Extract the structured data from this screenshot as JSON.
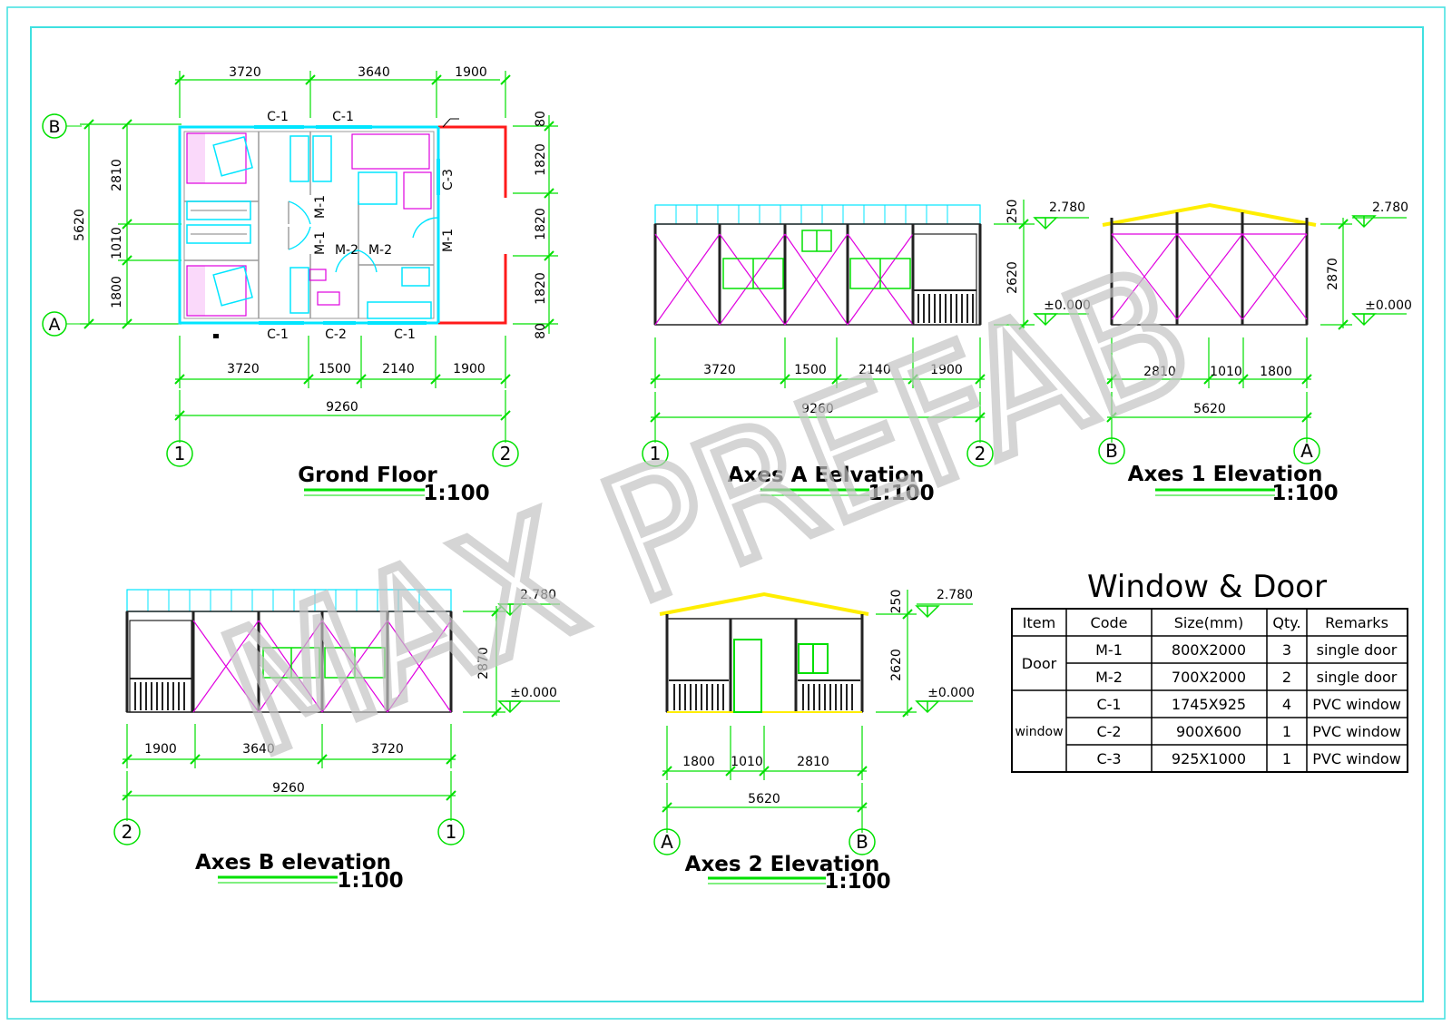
{
  "watermark": "MAX PREFAB",
  "ground_floor": {
    "title": "Grond Floor",
    "scale": "1:100",
    "top_dims": [
      "3720",
      "3640",
      "1900"
    ],
    "bottom_dims": [
      "3720",
      "1500",
      "2140",
      "1900"
    ],
    "total": "9260",
    "left_dims": [
      "2810",
      "1010",
      "1800"
    ],
    "left_total": "5620",
    "right_dims": [
      "80",
      "1820",
      "1820",
      "1820",
      "80"
    ],
    "axis_top": "B",
    "axis_bottom": "A",
    "axis_left": "1",
    "axis_right": "2",
    "labels": {
      "c1": "C-1",
      "c2": "C-2",
      "c3": "C-3",
      "m1": "M-1",
      "m2": "M-2"
    }
  },
  "axes_a": {
    "title": "Axes A Eelvation",
    "scale": "1:100",
    "dims": [
      "3720",
      "1500",
      "2140",
      "1900"
    ],
    "total": "9260",
    "axis_left": "1",
    "axis_right": "2",
    "elev_dims": [
      "250",
      "2620"
    ],
    "level_top": "2.780",
    "level_base": "±0.000"
  },
  "axes_1": {
    "title": "Axes 1 Elevation",
    "scale": "1:100",
    "dims": [
      "2810",
      "1010",
      "1800"
    ],
    "total": "5620",
    "axis_left": "B",
    "axis_right": "A",
    "elev_dim": "2870",
    "level_top": "2.780",
    "level_base": "±0.000"
  },
  "axes_b": {
    "title": "Axes B elevation",
    "scale": "1:100",
    "dims": [
      "1900",
      "3640",
      "3720"
    ],
    "total": "9260",
    "axis_left": "2",
    "axis_right": "1",
    "elev_dim": "2870",
    "level_top": "2.780",
    "level_base": "±0.000"
  },
  "axes_2": {
    "title": "Axes 2 Elevation",
    "scale": "1:100",
    "dims": [
      "1800",
      "1010",
      "2810"
    ],
    "total": "5620",
    "axis_left": "A",
    "axis_right": "B",
    "elev_dims": [
      "250",
      "2620"
    ],
    "level_top": "2.780",
    "level_base": "±0.000"
  },
  "schedule": {
    "title": "Window & Door",
    "headers": [
      "Item",
      "Code",
      "Size(mm)",
      "Qty.",
      "Remarks"
    ],
    "groups": [
      "Door",
      "window"
    ],
    "rows": [
      {
        "code": "M-1",
        "size": "800X2000",
        "qty": "3",
        "remarks": "single door"
      },
      {
        "code": "M-2",
        "size": "700X2000",
        "qty": "2",
        "remarks": "single door"
      },
      {
        "code": "C-1",
        "size": "1745X925",
        "qty": "4",
        "remarks": "PVC window"
      },
      {
        "code": "C-2",
        "size": "900X600",
        "qty": "1",
        "remarks": "PVC window"
      },
      {
        "code": "C-3",
        "size": "925X1000",
        "qty": "1",
        "remarks": "PVC window"
      }
    ]
  },
  "colors": {
    "frame": "#3fe0e0",
    "dimension": "#00ee00",
    "wall": "#00e5ff",
    "bracing": "#e000e0",
    "roof": "#ffee00",
    "door": "#ff1a1a",
    "text": "#000000"
  }
}
